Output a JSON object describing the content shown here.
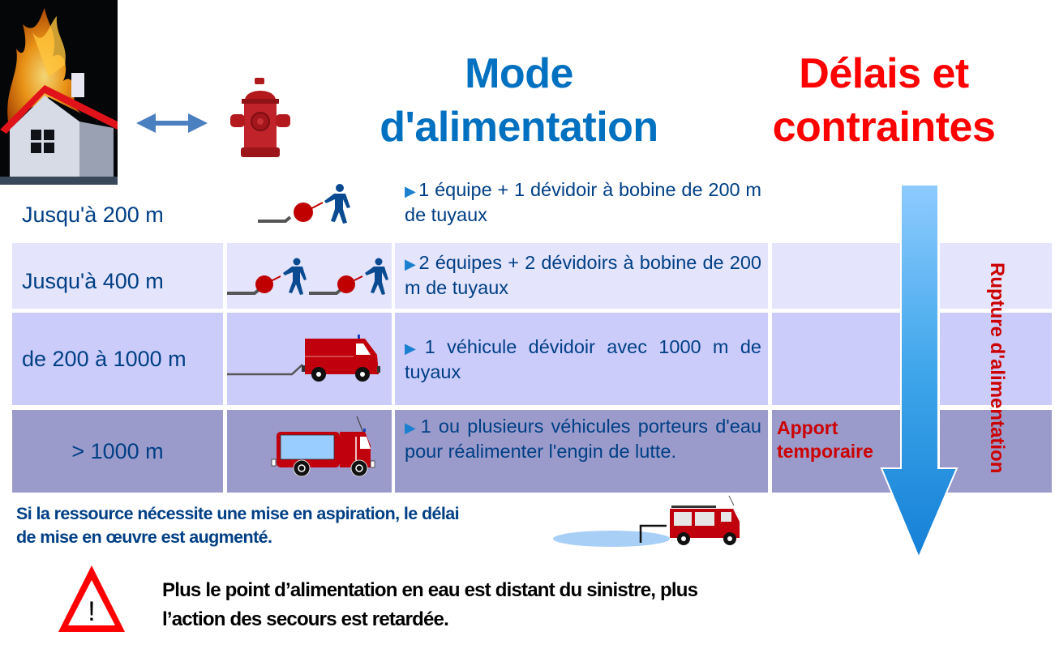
{
  "header": {
    "title_left_line1": "Mode",
    "title_left_line2": "d'alimentation",
    "title_right_line1": "Délais et",
    "title_right_line2": "contraintes",
    "icons": [
      "burning-house-icon",
      "double-arrow-icon",
      "fire-hydrant-icon"
    ]
  },
  "colors": {
    "title_blue": "#0070c0",
    "title_red": "#ff0000",
    "text_dark_blue": "#003f85",
    "row1_bg": "#ffffff",
    "row2_bg": "#e4e4fc",
    "row3_bg": "#ccccfb",
    "row4_bg": "#9b9bcb",
    "arrow_blue": "#2a96e0"
  },
  "table": {
    "rows": [
      {
        "distance": "Jusqu'à 200 m",
        "illustration": "one-team-hose-reel-icon",
        "bullet": "▶",
        "description": "1 équipe + 1 dévidoir à bobine de 200 m de tuyaux",
        "constraint": ""
      },
      {
        "distance": "Jusqu'à 400 m",
        "illustration": "two-teams-hose-reels-icon",
        "bullet": "▶",
        "description": "2 équipes + 2 dévidoirs à bobine de 200 m de tuyaux",
        "constraint": ""
      },
      {
        "distance": "de 200 à 1000 m",
        "illustration": "hose-truck-icon",
        "bullet": "▶",
        "description": "1 véhicule dévidoir avec 1000 m de tuyaux",
        "constraint": ""
      },
      {
        "distance": "> 1000 m",
        "illustration": "water-tanker-truck-icon",
        "bullet": "▶",
        "description": "1 ou plusieurs véhicules porteurs d'eau pour réalimenter l'engin de lutte.",
        "constraint_line1": "Apport",
        "constraint_line2": "temporaire"
      }
    ],
    "vertical_label": "Rupture d'alimentation"
  },
  "note": {
    "line1": "Si la  ressource nécessite une mise en aspiration, le délai",
    "line2": "de mise en œuvre est augmenté.",
    "illustration": "fire-engine-suction-icon"
  },
  "warning": {
    "icon": "!",
    "line1": "Plus le point d’alimentation en eau est distant du sinistre, plus",
    "line2": "l’action des secours est retardée."
  }
}
